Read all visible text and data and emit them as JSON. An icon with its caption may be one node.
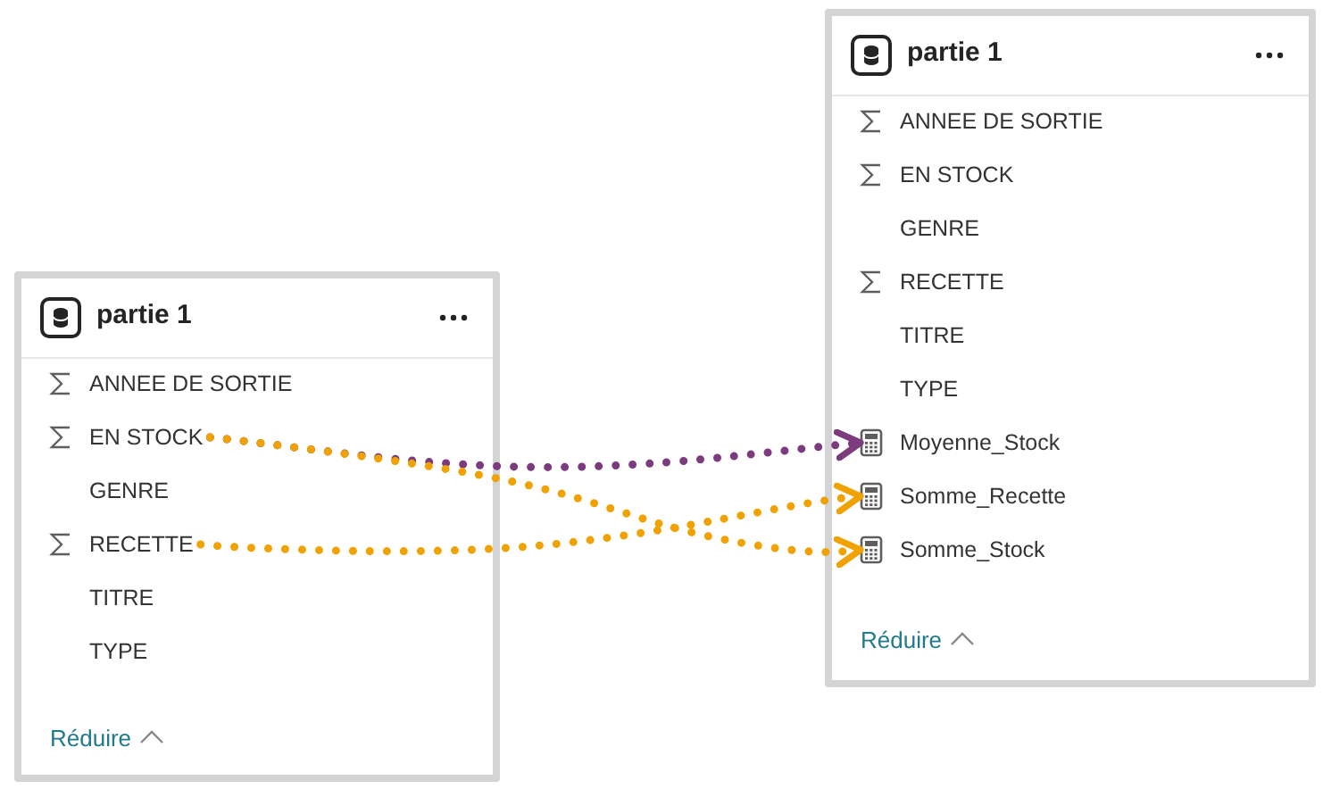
{
  "diagram": {
    "nodes": [
      {
        "text": [
          "partie 1",
          "Réduire"
        ]
      },
      {
        "text": [
          "ANNEE DE SORTIE"
        ],
        "in": 0
      },
      {
        "text": [
          "EN STOCK"
        ],
        "in": 0
      },
      {
        "text": [
          "GENRE"
        ],
        "in": 0
      },
      {
        "text": [
          "RECETTE"
        ],
        "in": 0
      },
      {
        "text": [
          "TITRE"
        ],
        "in": 0
      },
      {
        "text": [
          "TYPE"
        ],
        "in": 0
      },
      {
        "text": [
          "partie 1",
          "Réduire"
        ]
      },
      {
        "text": [
          "ANNEE DE SORTIE"
        ],
        "in": 7
      },
      {
        "text": [
          "EN STOCK"
        ],
        "in": 7
      },
      {
        "text": [
          "GENRE"
        ],
        "in": 7
      },
      {
        "text": [
          "RECETTE"
        ],
        "in": 7
      },
      {
        "text": [
          "TITRE"
        ],
        "in": 7
      },
      {
        "text": [
          "TYPE"
        ],
        "in": 7
      },
      {
        "text": [
          "Moyenne_Stock"
        ],
        "in": 7
      },
      {
        "text": [
          "Somme_Recette"
        ],
        "in": 7
      },
      {
        "text": [
          "Somme_Stock"
        ],
        "in": 7
      }
    ],
    "edges": [
      {
        "from": 2,
        "to": 14,
        "arrow": "to",
        "color": "#7b3b7d"
      },
      {
        "from": 2,
        "to": 16,
        "arrow": "to"
      },
      {
        "from": 4,
        "to": 15,
        "arrow": "to"
      }
    ]
  }
}
